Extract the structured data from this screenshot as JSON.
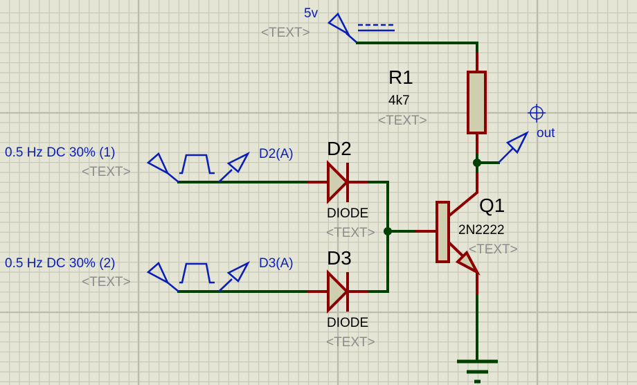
{
  "schematic": {
    "colors": {
      "background": "#e5e5d6",
      "grid_minor": "#c8c8b8",
      "grid_major": "#bcbcac",
      "wire": "#004000",
      "component_outline": "#8b0000",
      "component_fill": "#cfcfb0",
      "terminal": "#0a1fb8",
      "placeholder_text": "#8c8c8c"
    },
    "power": {
      "label": "5v",
      "text_placeholder": "<TEXT>"
    },
    "generators": [
      {
        "label": "0.5 Hz DC 30% (1)",
        "text_placeholder": "<TEXT>",
        "probe_label": "D2(A)"
      },
      {
        "label": "0.5 Hz DC 30% (2)",
        "text_placeholder": "<TEXT>",
        "probe_label": "D3(A)"
      }
    ],
    "diodes": [
      {
        "ref": "D2",
        "value": "DIODE",
        "text_placeholder": "<TEXT>"
      },
      {
        "ref": "D3",
        "value": "DIODE",
        "text_placeholder": "<TEXT>"
      }
    ],
    "resistor": {
      "ref": "R1",
      "value": "4k7",
      "text_placeholder": "<TEXT>"
    },
    "transistor": {
      "ref": "Q1",
      "value": "2N2222",
      "text_placeholder": "<TEXT>"
    },
    "output_probe": {
      "label": "out"
    }
  }
}
